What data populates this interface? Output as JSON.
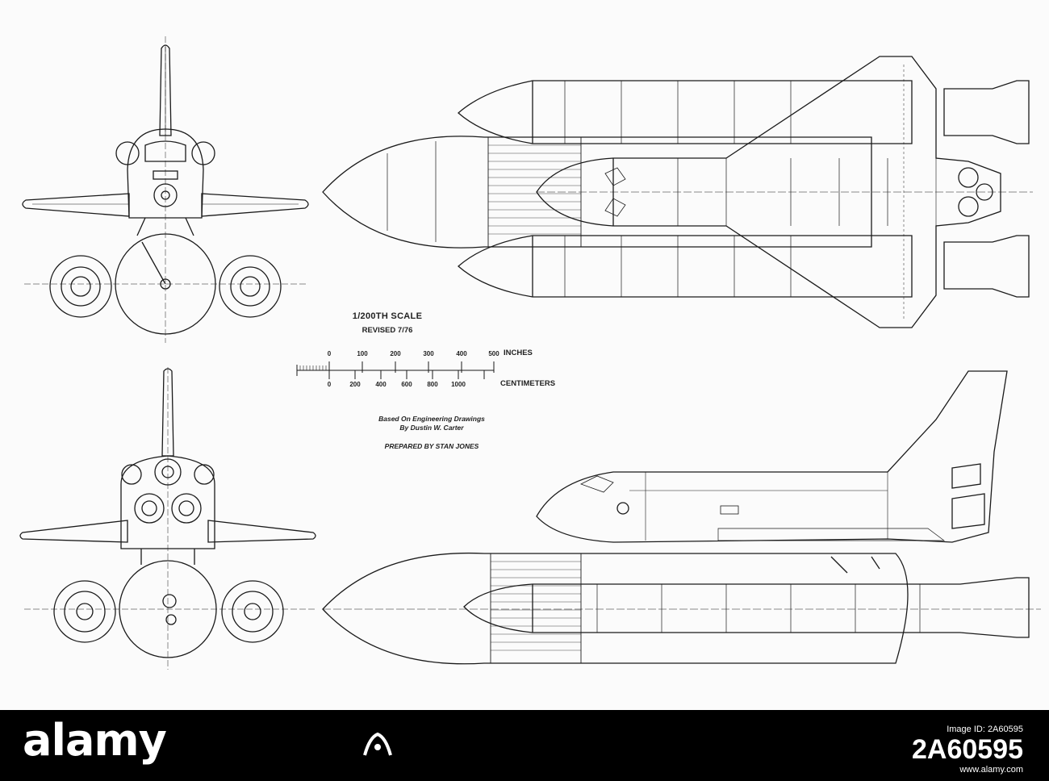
{
  "scale": {
    "title": "1/200TH SCALE",
    "revision": "REVISED 7/76",
    "inches_unit": "INCHES",
    "centimeters_unit": "CENTIMETERS",
    "inch_ticks": [
      "0",
      "100",
      "200",
      "300",
      "400",
      "500"
    ],
    "cm_ticks": [
      "0",
      "200",
      "400",
      "600",
      "800",
      "1000"
    ]
  },
  "credits": {
    "line1": "Based On Engineering Drawings",
    "line2": "By Dustin W. Carter",
    "prepared": "PREPARED BY STAN JONES"
  },
  "footer": {
    "brand": "alamy",
    "image_id_label": "Image ID: 2A60595",
    "image_id": "2A60595",
    "site": "www.alamy.com"
  },
  "colors": {
    "line": "#1a1a1a",
    "footer_bg": "#000000",
    "paper": "#fbfbfb"
  }
}
